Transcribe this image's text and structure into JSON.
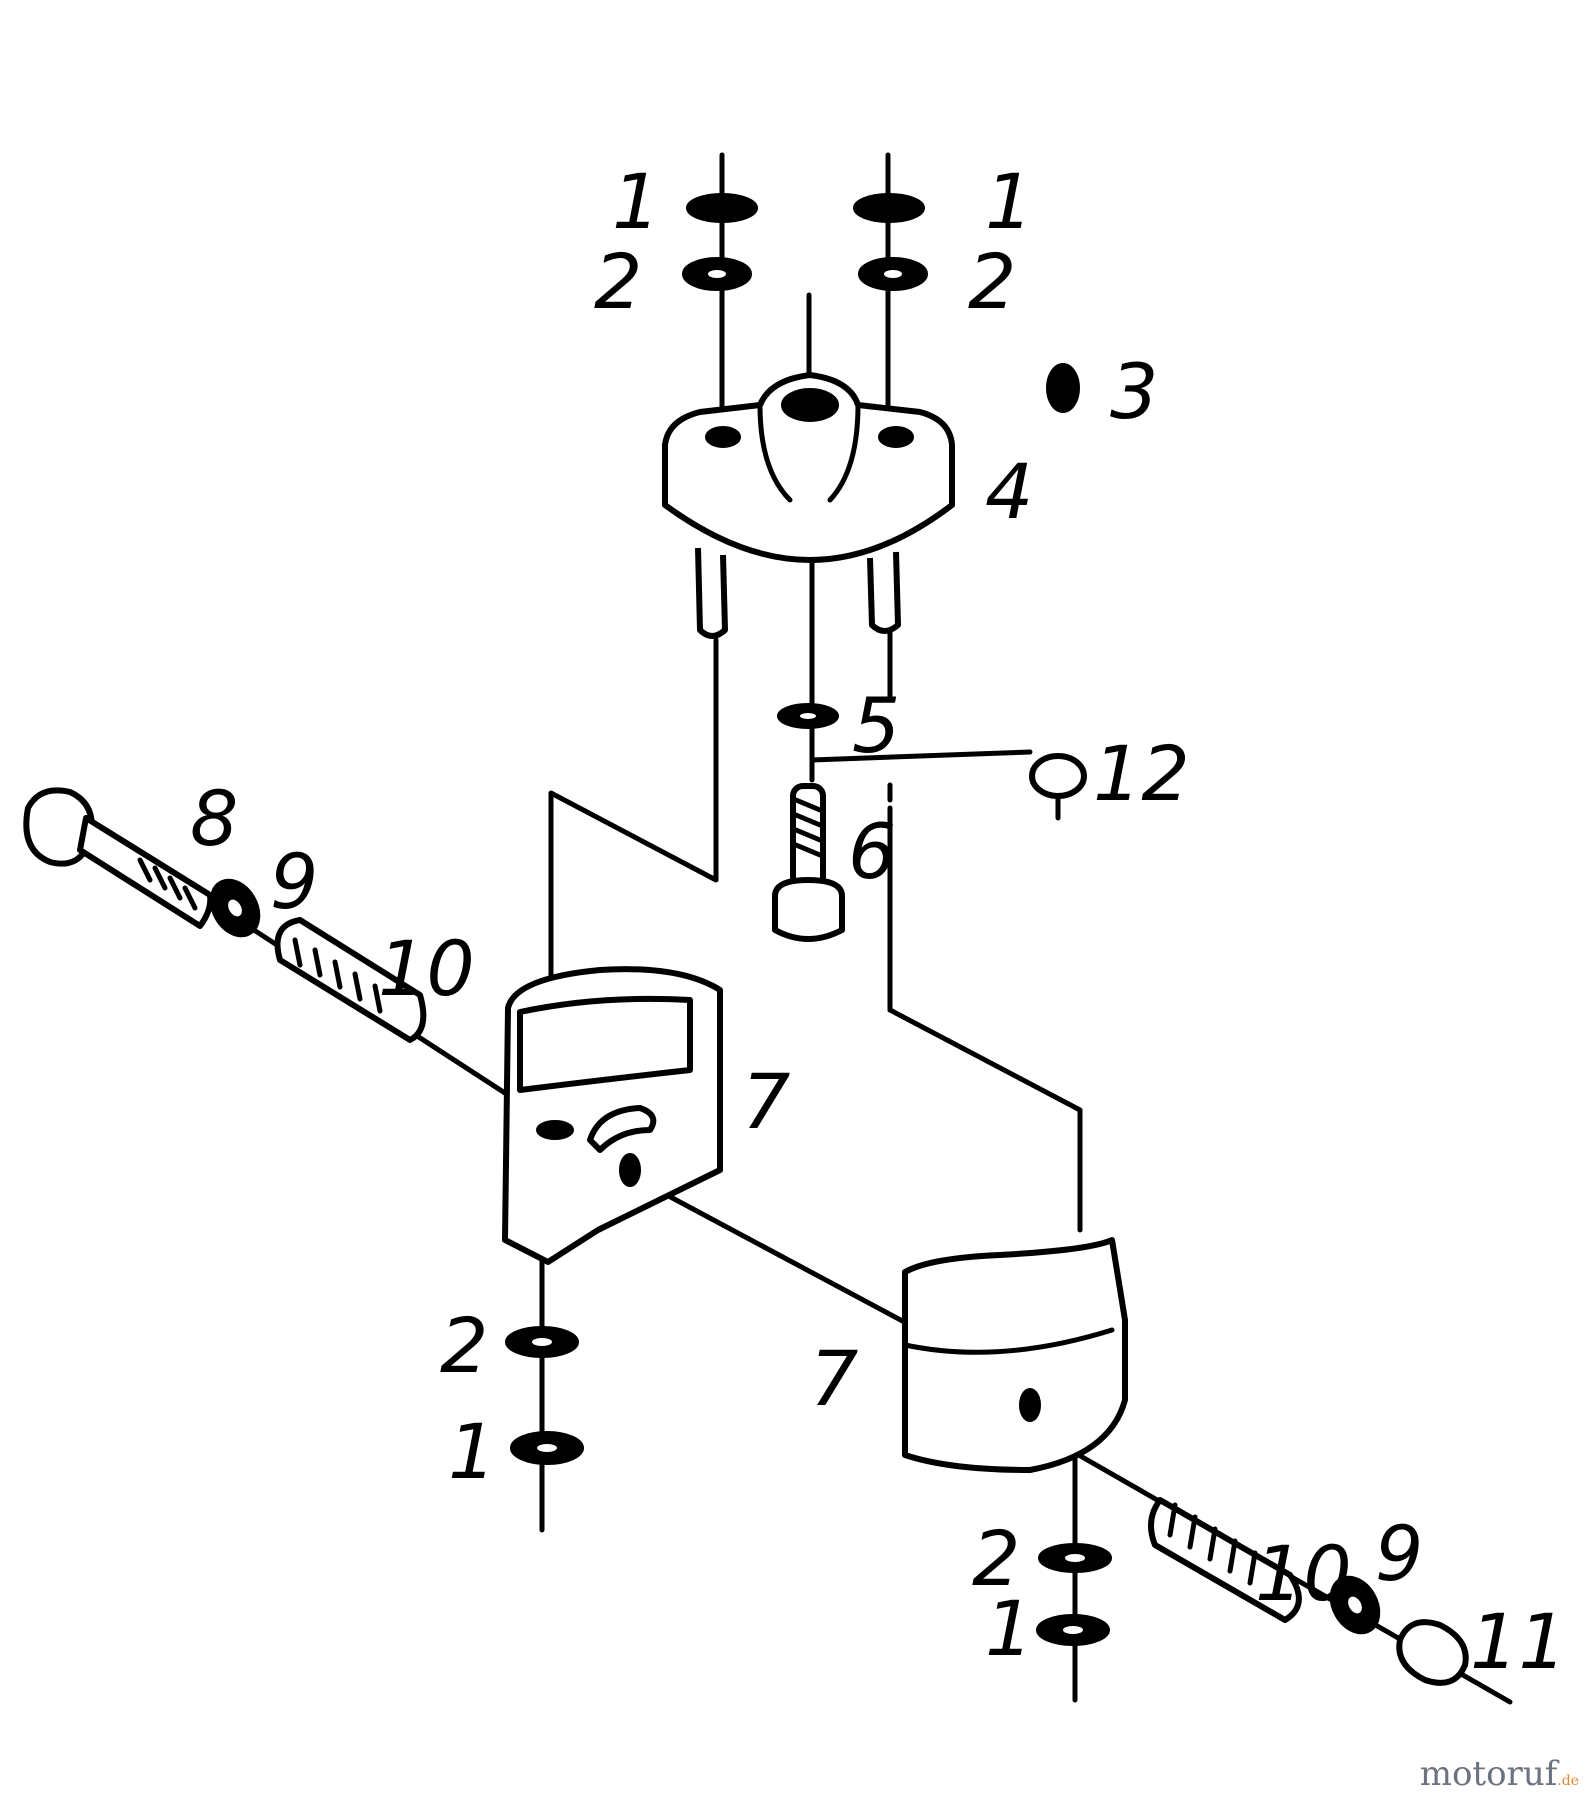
{
  "diagram": {
    "labels": [
      {
        "id": "L1a",
        "text": "1"
      },
      {
        "id": "L1b",
        "text": "1"
      },
      {
        "id": "L2a",
        "text": "2"
      },
      {
        "id": "L2b",
        "text": "2"
      },
      {
        "id": "L3",
        "text": "3"
      },
      {
        "id": "L4",
        "text": "4"
      },
      {
        "id": "L5",
        "text": "5"
      },
      {
        "id": "L6",
        "text": "6"
      },
      {
        "id": "L12",
        "text": "12"
      },
      {
        "id": "L8",
        "text": "8"
      },
      {
        "id": "L9a",
        "text": "9"
      },
      {
        "id": "L10a",
        "text": "10"
      },
      {
        "id": "L7a",
        "text": "7"
      },
      {
        "id": "L7b",
        "text": "7"
      },
      {
        "id": "L2c",
        "text": "2"
      },
      {
        "id": "L1c",
        "text": "1"
      },
      {
        "id": "L10b",
        "text": "10"
      },
      {
        "id": "L9b",
        "text": "9"
      },
      {
        "id": "L11",
        "text": "11"
      },
      {
        "id": "L2d",
        "text": "2"
      },
      {
        "id": "L1d",
        "text": "1"
      }
    ]
  },
  "watermark": {
    "main": "motoruf",
    "tld": ".de"
  }
}
